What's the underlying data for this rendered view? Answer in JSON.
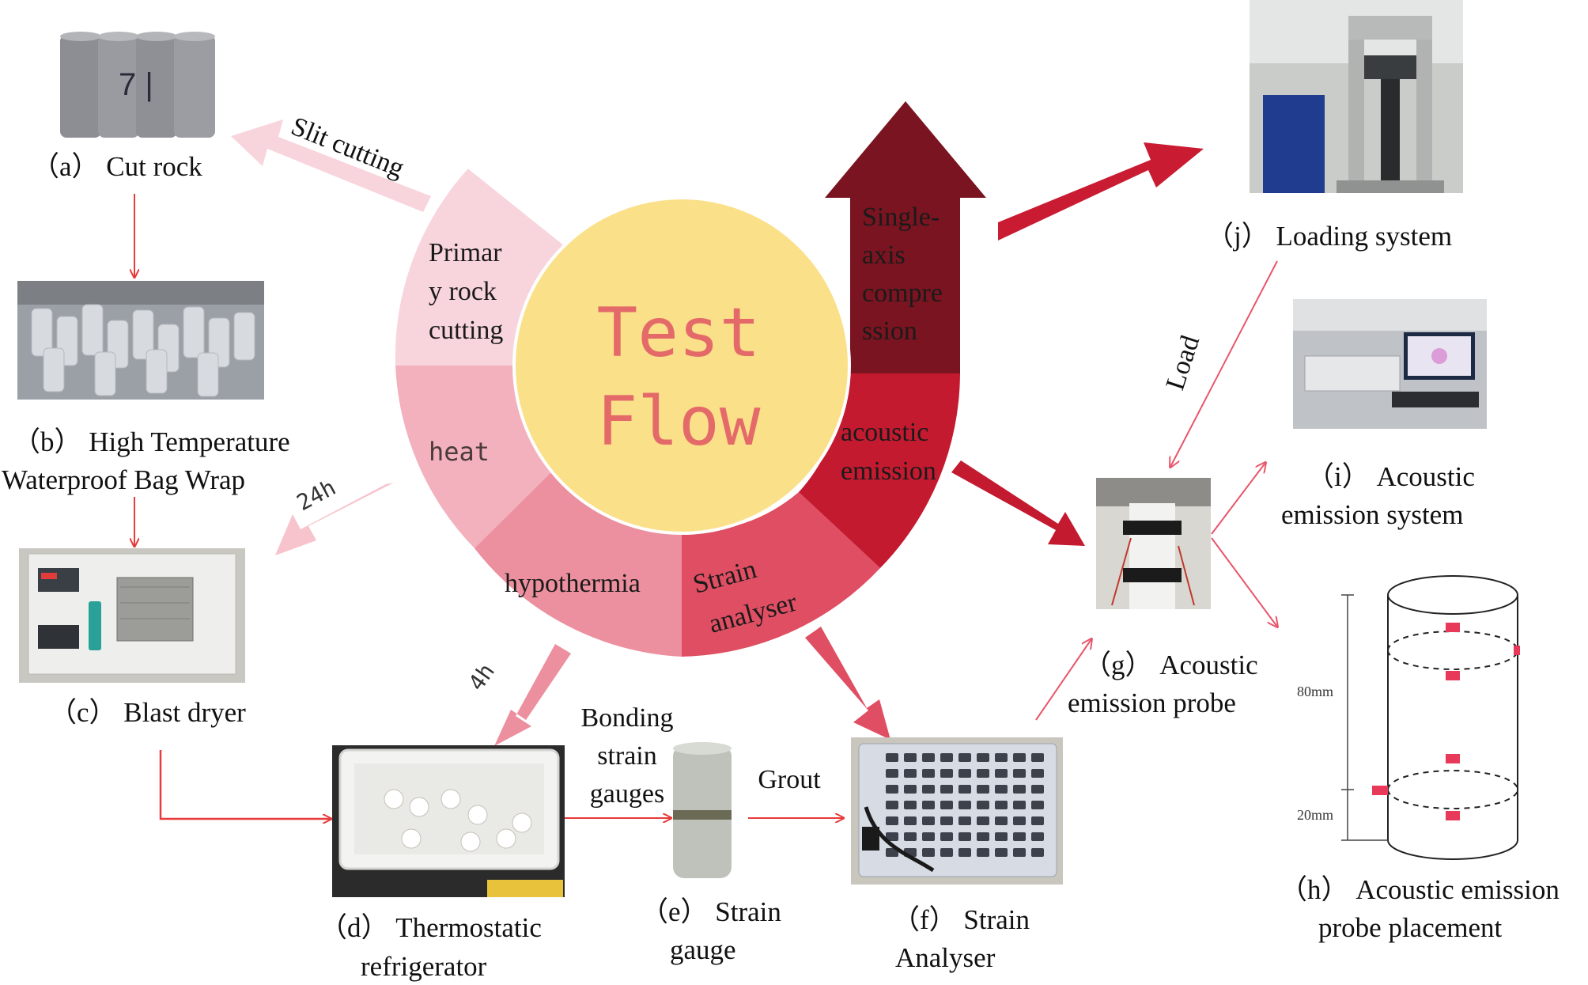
{
  "center": {
    "line1": "Test",
    "line2": "Flow"
  },
  "segments": {
    "primary_rock_cutting": [
      "Primar",
      "y rock",
      "cutting"
    ],
    "heat": "heat",
    "hypothermia": "hypothermia",
    "strain_analyser": [
      "Strain",
      "analyser"
    ],
    "acoustic_emission": [
      "acoustic",
      "emission"
    ],
    "single_axis": [
      "Single-",
      "axis",
      "compre",
      "ssion"
    ]
  },
  "arrow_labels": {
    "slit_cutting": "Slit cutting",
    "h24": "24h",
    "h4": "4h",
    "bonding": [
      "Bonding",
      "strain",
      "gauges"
    ],
    "grout": "Grout",
    "load": "Load"
  },
  "captions": {
    "a": "（a） Cut rock",
    "b": [
      "（b） High Temperature",
      "Waterproof Bag Wrap"
    ],
    "c": "（c） Blast dryer",
    "d": [
      "（d） Thermostatic",
      "refrigerator"
    ],
    "e": [
      "（e） Strain",
      "gauge"
    ],
    "f": [
      "（f） Strain",
      "Analyser"
    ],
    "g": [
      "（g） Acoustic",
      "emission probe"
    ],
    "h": [
      "（h） Acoustic emission",
      "probe placement"
    ],
    "i": [
      "（i） Acoustic",
      "emission system"
    ],
    "j": "（j） Loading system"
  },
  "photo_marks": {
    "rock_numbers": "7 |"
  },
  "probe_dims": {
    "d80": "80mm",
    "d20": "20mm"
  },
  "colors": {
    "center_fill": "#fbe08a",
    "center_text": "#e46a6a",
    "seg_cut": "#f8d5dc",
    "seg_heat": "#f2b1bd",
    "seg_hypo": "#ec8f9e",
    "seg_strain": "#df4e62",
    "seg_ae": "#c41a30",
    "seg_single": "#7a1420",
    "arrow_red": "#e83a3a"
  }
}
